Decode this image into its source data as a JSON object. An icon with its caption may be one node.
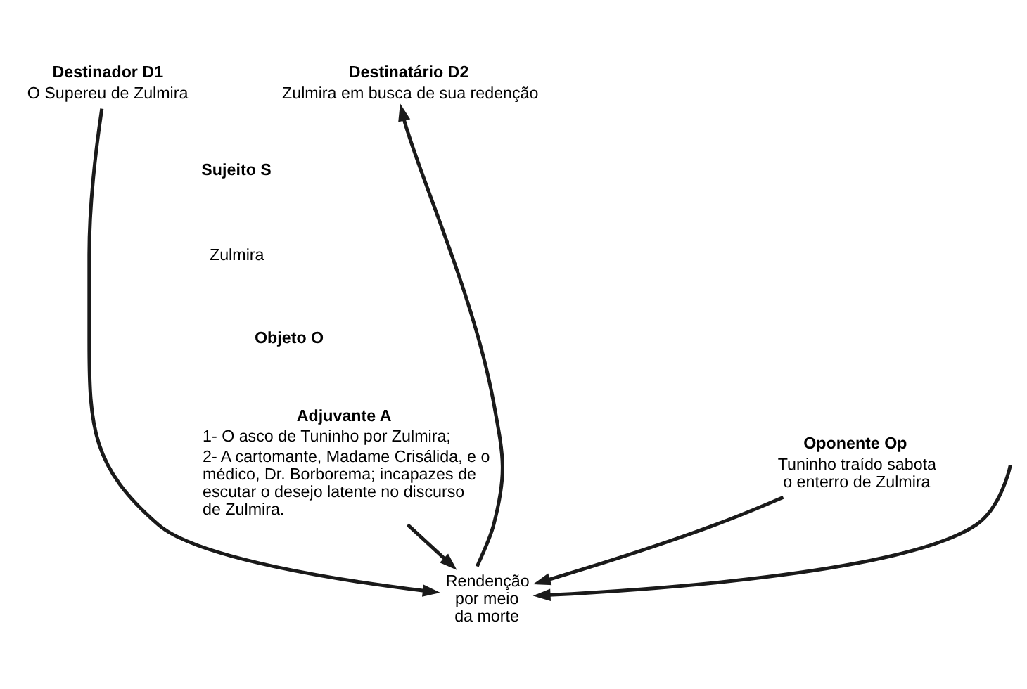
{
  "diagram": {
    "nodes": [
      {
        "text": [
          "Destinador D1",
          "O Supereu de Zulmira"
        ]
      },
      {
        "text": [
          "Destinatário D2",
          "Zulmira em busca de sua redenção"
        ]
      },
      {
        "text": [
          "Rendenção por meio da morte"
        ]
      },
      {
        "text": [
          "Adjuvante A",
          "1- O asco de Tuninho por Zulmira;",
          "2- A cartomante, Madame Crisálida, e o médico, Dr. Borborema; incapazes de escutar o desejo latente no discurso de Zulmira."
        ]
      },
      {
        "text": [
          "Oponente Op",
          "Tuninho traído sabota o enterro de Zulmira"
        ]
      }
    ],
    "edges": [
      {
        "from": 0,
        "to": 2,
        "arrow": "to"
      },
      {
        "from": 2,
        "to": 1,
        "arrow": "to"
      },
      {
        "from": null,
        "to": 2,
        "arrow": "to"
      },
      {
        "from": 3,
        "to": 2,
        "arrow": "to"
      },
      {
        "from": 4,
        "to": 2,
        "arrow": "to"
      }
    ],
    "labels": [
      "Sujeito S",
      "Zulmira",
      "Objeto O"
    ]
  }
}
